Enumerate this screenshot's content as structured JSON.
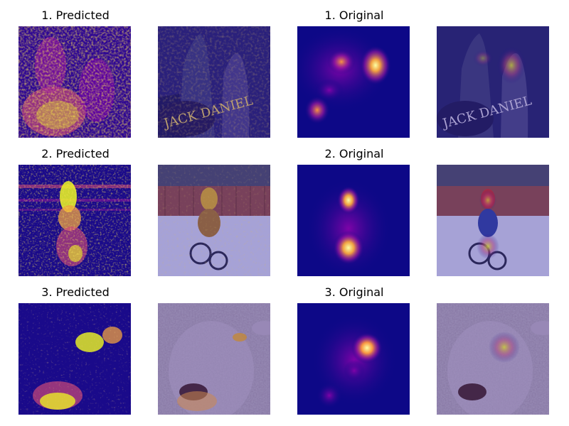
{
  "figure": {
    "rows": [
      {
        "predicted_title": "1. Predicted",
        "original_title": "1. Original"
      },
      {
        "predicted_title": "2. Predicted",
        "original_title": "2. Original"
      },
      {
        "predicted_title": "3. Predicted",
        "original_title": "3. Original"
      }
    ]
  },
  "colors": {
    "heatmap_low": "#0d0887",
    "heatmap_mid": "#cc4778",
    "heatmap_high": "#f0f921",
    "heatmap_peak": "#fcffa4"
  }
}
